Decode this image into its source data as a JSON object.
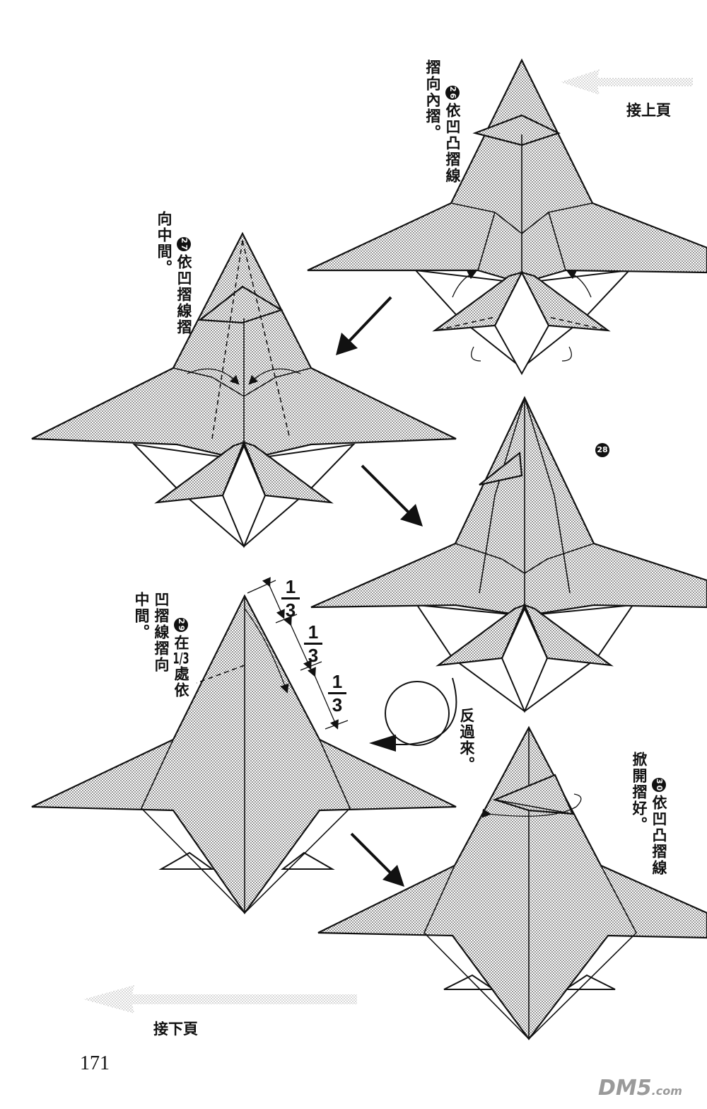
{
  "page_number": "171",
  "nav": {
    "continue_from_prev": "接上頁",
    "continue_next": "接下頁"
  },
  "steps": [
    {
      "num": "26",
      "text": "依凹凸摺線\n摺向內摺。"
    },
    {
      "num": "27",
      "text": "依凹摺線摺\n向中間。"
    },
    {
      "num": "28",
      "text": ""
    },
    {
      "num": "29",
      "text_a": "在",
      "text_b": "處依\n凹摺線摺向\n中間。",
      "fraction": "1/3"
    },
    {
      "num": "30",
      "text": "依凹凸摺線\n掀開摺好。"
    }
  ],
  "turn_over": "反過來。",
  "fractions": [
    {
      "num": "1",
      "den": "3"
    },
    {
      "num": "1",
      "den": "3"
    },
    {
      "num": "1",
      "den": "3"
    }
  ],
  "watermark": {
    "brand": "DM5",
    "suffix": ".com"
  },
  "colors": {
    "ink": "#111111",
    "paper_dot": "#777777",
    "faded_arrow": "#bdbdbd"
  }
}
